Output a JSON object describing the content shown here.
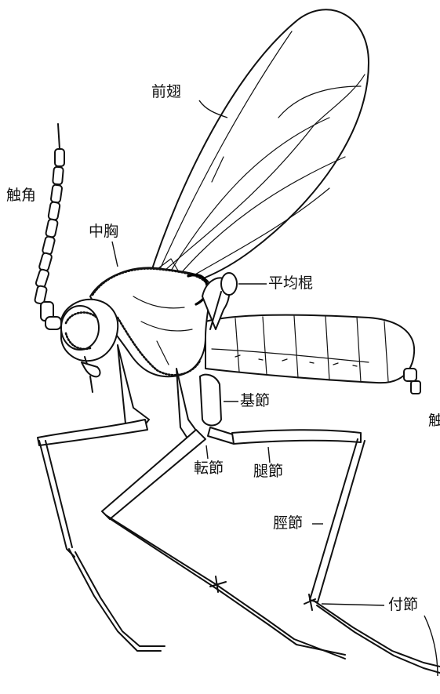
{
  "labels": {
    "antenna": "触角",
    "forewing": "前翅",
    "mesothorax": "中胸",
    "haltere": "平均棍",
    "coxa": "基節",
    "trochanter": "転節",
    "femur": "腿節",
    "tibia": "脛節",
    "tarsus": "付節",
    "clipped": "触"
  },
  "colors": {
    "ink": "#111111",
    "background": "#ffffff"
  }
}
